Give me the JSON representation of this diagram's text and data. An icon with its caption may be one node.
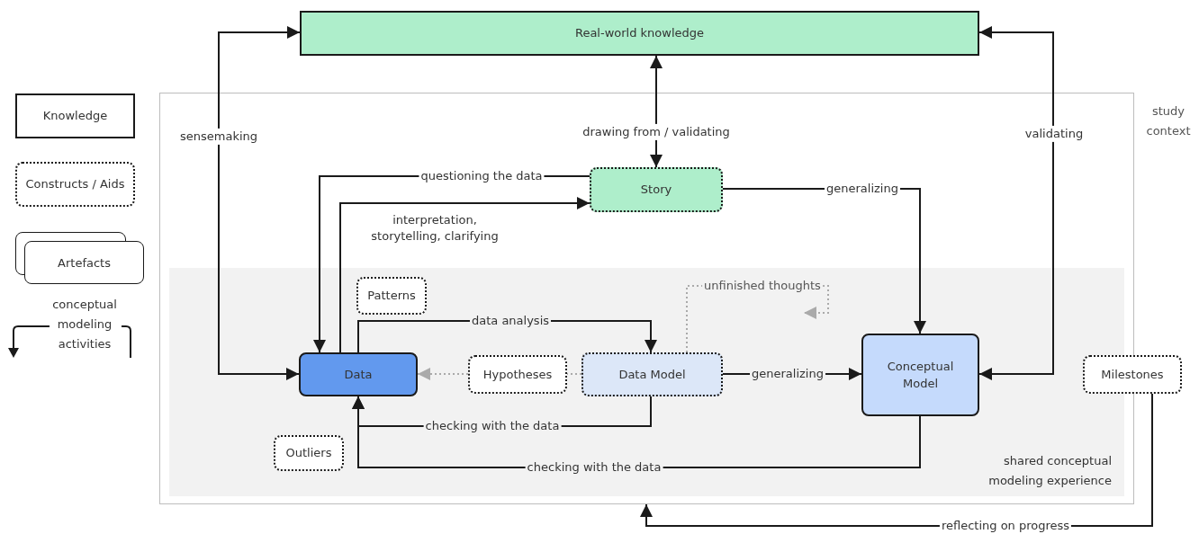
{
  "diagram": {
    "nodes": [
      {
        "text": [
          "Real-world knowledge"
        ]
      },
      {
        "text": [
          "study context"
        ]
      },
      {
        "text": [
          "shared conceptual modeling experience"
        ],
        "in": 1
      },
      {
        "text": [
          "Story"
        ],
        "in": 1
      },
      {
        "text": [
          "Patterns"
        ],
        "in": 2
      },
      {
        "text": [
          "Data"
        ],
        "in": 2
      },
      {
        "text": [
          "Hypotheses"
        ],
        "in": 2
      },
      {
        "text": [
          "Data Model"
        ],
        "in": 2
      },
      {
        "text": [
          "Conceptual Model"
        ],
        "in": 2
      },
      {
        "text": [
          "Outliers"
        ],
        "in": 2
      },
      {
        "text": [
          "Milestones"
        ]
      },
      {
        "text": [
          "Knowledge"
        ]
      },
      {
        "text": [
          "Constructs / Aids"
        ]
      },
      {
        "text": [
          "Artefacts"
        ]
      }
    ],
    "edges": [
      {
        "from": 5,
        "to": 0,
        "arrow": "both",
        "label": "sensemaking"
      },
      {
        "from": 0,
        "to": 3,
        "arrow": "both",
        "label": "drawing from / validating"
      },
      {
        "from": 0,
        "to": 8,
        "arrow": "both",
        "label": "validating"
      },
      {
        "from": 3,
        "to": 5,
        "arrow": "to",
        "label": "questioning the data"
      },
      {
        "from": 5,
        "to": 3,
        "arrow": "to",
        "label": "interpretation, storytelling, clarifying"
      },
      {
        "from": 3,
        "to": 8,
        "arrow": "to",
        "label": "generalizing"
      },
      {
        "from": 5,
        "to": 7,
        "arrow": "to",
        "label": "data analysis"
      },
      {
        "from": 6,
        "to": 5,
        "arrow": "to",
        "style": "dashed",
        "color": "#aaaaaa"
      },
      {
        "from": 7,
        "to": 6,
        "arrow": "none",
        "style": "dashed",
        "color": "#aaaaaa"
      },
      {
        "from": 7,
        "to": null,
        "arrow": "to",
        "style": "dashed",
        "color": "#aaaaaa",
        "label": "unfinished thoughts"
      },
      {
        "from": 7,
        "to": 8,
        "arrow": "to",
        "label": "generalizing"
      },
      {
        "from": 7,
        "to": 5,
        "arrow": "to",
        "label": "checking with the data"
      },
      {
        "from": 8,
        "to": 5,
        "arrow": "to",
        "label": "checking with the data"
      },
      {
        "from": 10,
        "to": 1,
        "arrow": "to",
        "label": "reflecting on progress"
      }
    ],
    "labels": [
      "conceptual modeling activities"
    ]
  }
}
